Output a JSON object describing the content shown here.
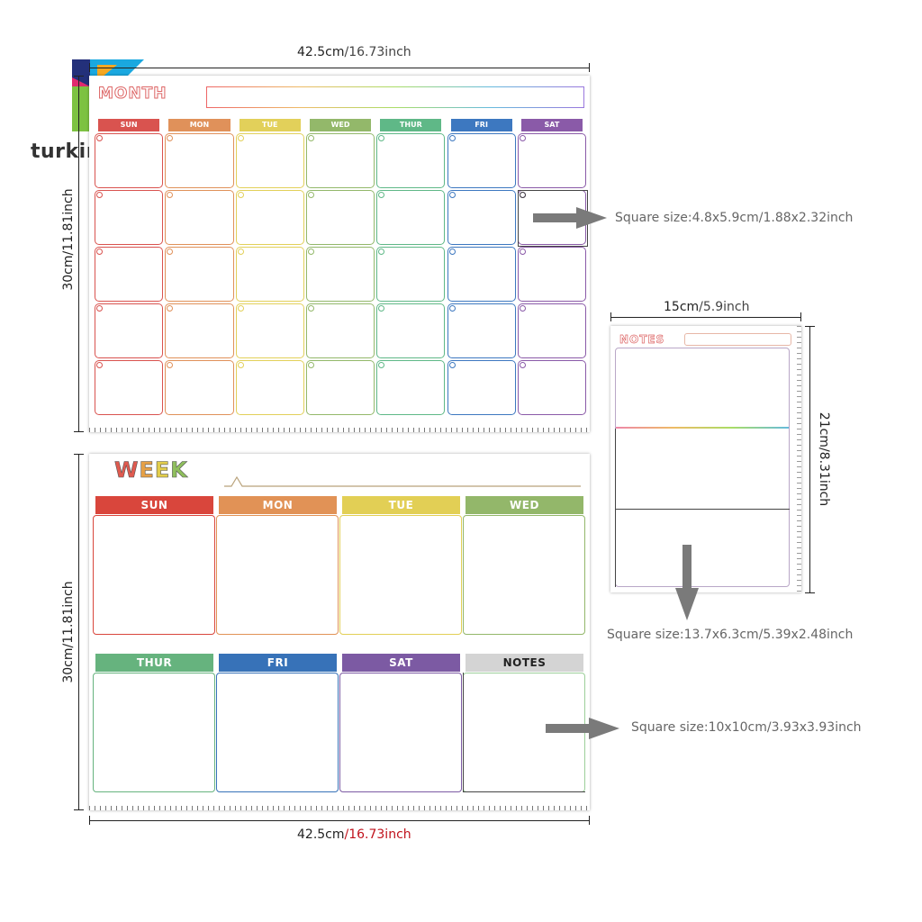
{
  "brand": {
    "name": "turkingmois",
    "logo_icon": "brand-logo-icon"
  },
  "month_board": {
    "title": "MONTH",
    "days": [
      {
        "label": "SUN",
        "color": "#d9534f"
      },
      {
        "label": "MON",
        "color": "#e0915a"
      },
      {
        "label": "TUE",
        "color": "#e2d05a"
      },
      {
        "label": "WED",
        "color": "#93b86a"
      },
      {
        "label": "THUR",
        "color": "#5fb887"
      },
      {
        "label": "FRI",
        "color": "#3d78c0"
      },
      {
        "label": "SAT",
        "color": "#8a5aa8"
      }
    ],
    "width_label": {
      "cm": "42.5cm",
      "inch": "/16.73inch"
    },
    "height_label": {
      "cm": "30cm",
      "inch": "/11.81inch"
    },
    "square_note": "Square size:4.8x5.9cm/1.88x2.32inch"
  },
  "week_board": {
    "title": "WEEK",
    "title_colors": [
      "#e05a4f",
      "#e6a046",
      "#e2cd4a",
      "#8fbf5d",
      "#3e8fcf"
    ],
    "row1": [
      {
        "label": "SUN",
        "color": "#d9463c"
      },
      {
        "label": "MON",
        "color": "#e19256"
      },
      {
        "label": "TUE",
        "color": "#e2cf55"
      },
      {
        "label": "WED",
        "color": "#93b76a"
      }
    ],
    "row2": [
      {
        "label": "THUR",
        "color": "#66b37e"
      },
      {
        "label": "FRI",
        "color": "#3772b8"
      },
      {
        "label": "SAT",
        "color": "#7c5aa3"
      },
      {
        "label": "NOTES",
        "color": "#d4d4d4"
      }
    ],
    "width_label": {
      "cm": "42.5cm",
      "inch": "/16.73inch"
    },
    "height_label": {
      "cm": "30cm",
      "inch": "/11.81inch"
    },
    "square_note": "Square size:10x10cm/3.93x3.93inch"
  },
  "notes_board": {
    "title": "NOTES",
    "width_label": {
      "cm": "15cm",
      "inch": "/5.9inch"
    },
    "height_label": {
      "cm": "21cm",
      "inch": "/8.31inch"
    },
    "square_note": "Square size:13.7x6.3cm/5.39x2.48inch"
  }
}
